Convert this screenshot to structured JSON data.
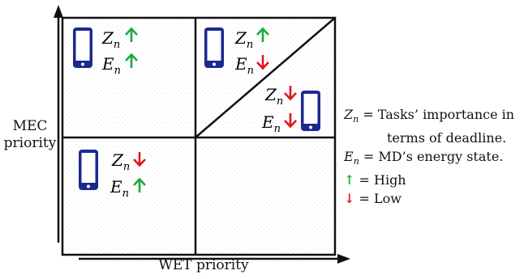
{
  "axes": {
    "y_label_line1": "MEC",
    "y_label_line2": "priority",
    "x_label": "WET priority"
  },
  "symbols": {
    "z": "Z",
    "e": "E",
    "subscript": "n",
    "up_arrow": "↑",
    "down_arrow": "↓"
  },
  "legend": {
    "z_symbol": "Z",
    "e_symbol": "E",
    "subscript": "n",
    "z_text_line1": "= Tasks’ importance in",
    "z_text_line2": "terms of deadline.",
    "e_text": "= MD’s energy state.",
    "up_arrow": "↑",
    "up_text": "= High",
    "down_arrow": "↓",
    "down_text": "= Low"
  },
  "quadrants": [
    {
      "position": "top-left",
      "z_level": "high",
      "e_level": "high"
    },
    {
      "position": "top-right-upper",
      "z_level": "high",
      "e_level": "low"
    },
    {
      "position": "top-right-lower",
      "z_level": "low",
      "e_level": "low"
    },
    {
      "position": "bottom-left",
      "z_level": "low",
      "e_level": "high"
    },
    {
      "position": "bottom-right",
      "z_level": null,
      "e_level": null
    }
  ],
  "colors": {
    "phone": "#1b2a8f",
    "high": "#1aaa3c",
    "low": "#e0161c",
    "grid": "#111111"
  }
}
